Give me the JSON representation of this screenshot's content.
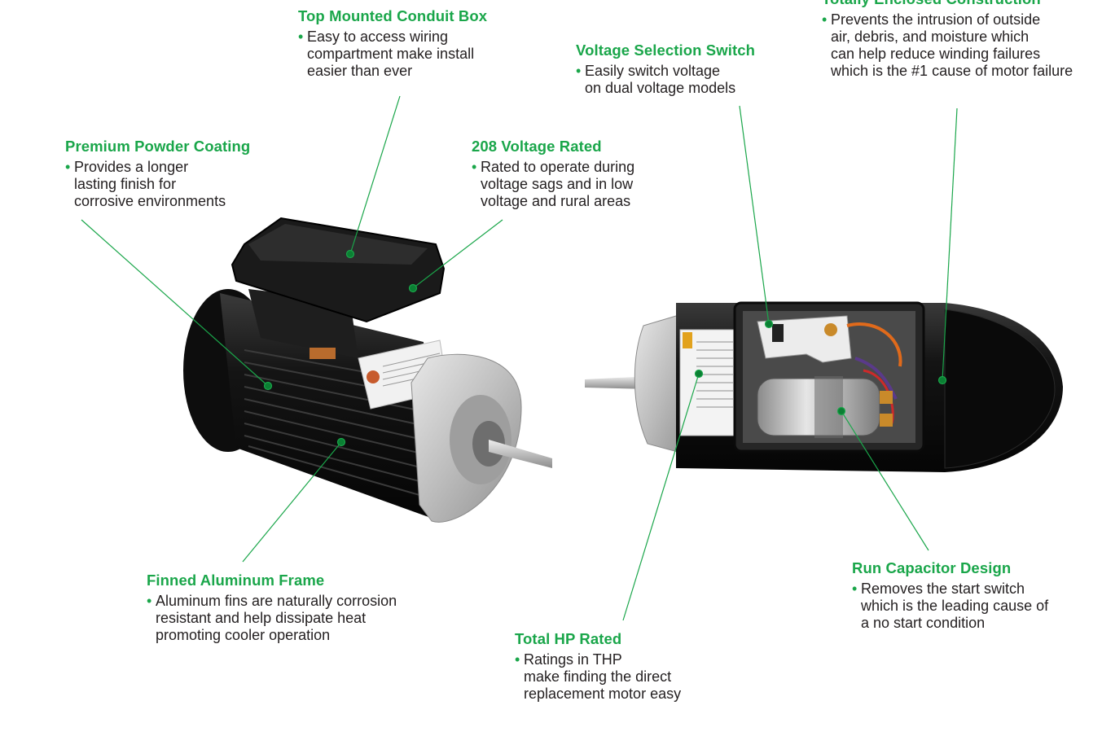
{
  "callouts": [
    {
      "id": "conduit",
      "title": "Top Mounted Conduit Box",
      "lines": [
        "Easy to access wiring",
        "compartment make install",
        "easier than ever"
      ]
    },
    {
      "id": "voltage_switch",
      "title": "Voltage Selection Switch",
      "lines": [
        "Easily switch voltage",
        "on dual voltage models"
      ]
    },
    {
      "id": "enclosed",
      "title": "Totally Enclosed Construction",
      "lines": [
        "Prevents the intrusion of outside",
        "air, debris, and moisture which",
        "can help reduce winding failures",
        "which is the #1 cause of motor failure"
      ]
    },
    {
      "id": "powder",
      "title": "Premium Powder Coating",
      "lines": [
        "Provides a longer",
        "lasting finish for",
        "corrosive environments"
      ]
    },
    {
      "id": "v208",
      "title": "208 Voltage Rated",
      "lines": [
        "Rated to operate during",
        "voltage sags and in low",
        "voltage and rural areas"
      ]
    },
    {
      "id": "finned",
      "title": "Finned Aluminum Frame",
      "lines": [
        "Aluminum fins are naturally corrosion",
        "resistant and help dissipate heat",
        "promoting cooler operation"
      ]
    },
    {
      "id": "run_cap",
      "title": "Run Capacitor Design",
      "lines": [
        "Removes the start switch",
        "which is the leading cause of",
        "a no start condition"
      ]
    },
    {
      "id": "thp",
      "title": "Total HP Rated",
      "lines": [
        "Ratings in THP",
        "make finding the direct",
        "replacement motor easy"
      ]
    }
  ],
  "bullet_char": "•",
  "colors": {
    "accent": "#1aa64a",
    "text": "#231f20",
    "motor": "#111111",
    "aluminum": "#c9c9c9"
  }
}
